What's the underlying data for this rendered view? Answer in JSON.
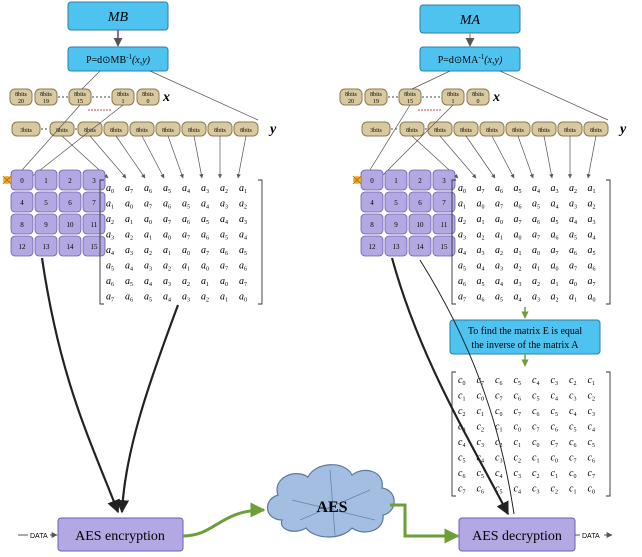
{
  "left": {
    "key_label": "MB",
    "key_var": "P",
    "key_fn_pre": "=d⊙MB",
    "key_fn_sup": "-1",
    "key_fn_arg": "(x,y)",
    "x_row": [
      {
        "bits": "8bits",
        "sub": "20"
      },
      {
        "bits": "8bits",
        "sub": "19"
      },
      {
        "bits": "8bits",
        "sub": "15"
      },
      {
        "bits": "8bits",
        "sub": "1"
      },
      {
        "bits": "8bits",
        "sub": "0"
      }
    ],
    "x_axis": "x",
    "y_row": [
      "3bits",
      "8bits",
      "8bits",
      "8bits",
      "8bits",
      "8bits",
      "8bits",
      "8bits",
      "8bits",
      "8bits"
    ],
    "y_axis": "y",
    "grid": [
      "0",
      "1",
      "2",
      "3",
      "4",
      "5",
      "6",
      "7",
      "8",
      "9",
      "10",
      "11",
      "12",
      "13",
      "14",
      "15"
    ],
    "matrix_letter": "a",
    "matrix": [
      [
        "0",
        "7",
        "6",
        "5",
        "4",
        "3",
        "2",
        "1"
      ],
      [
        "1",
        "0",
        "7",
        "6",
        "5",
        "4",
        "3",
        "2"
      ],
      [
        "2",
        "1",
        "0",
        "7",
        "6",
        "5",
        "4",
        "3"
      ],
      [
        "3",
        "2",
        "1",
        "0",
        "7",
        "6",
        "5",
        "4"
      ],
      [
        "4",
        "3",
        "2",
        "1",
        "0",
        "7",
        "6",
        "5"
      ],
      [
        "5",
        "4",
        "3",
        "2",
        "1",
        "0",
        "7",
        "6"
      ],
      [
        "6",
        "5",
        "4",
        "3",
        "2",
        "1",
        "0",
        "7"
      ],
      [
        "7",
        "6",
        "5",
        "4",
        "3",
        "2",
        "1",
        "0"
      ]
    ]
  },
  "right": {
    "key_label": "MA",
    "key_var": "P",
    "key_fn_pre": "=d⊙MA",
    "key_fn_sup": "-1",
    "key_fn_arg": "(x,y)",
    "x_row": [
      {
        "bits": "8bits",
        "sub": "20"
      },
      {
        "bits": "8bits",
        "sub": "19"
      },
      {
        "bits": "8bits",
        "sub": "15"
      },
      {
        "bits": "8bits",
        "sub": "1"
      },
      {
        "bits": "8bits",
        "sub": "0"
      }
    ],
    "x_axis": "x",
    "y_row": [
      "3bits",
      "8bits",
      "8bits",
      "8bits",
      "8bits",
      "8bits",
      "8bits",
      "8bits",
      "8bits",
      "8bits"
    ],
    "y_axis": "y",
    "grid": [
      "0",
      "1",
      "2",
      "3",
      "4",
      "5",
      "6",
      "7",
      "8",
      "9",
      "10",
      "11",
      "12",
      "13",
      "14",
      "15"
    ],
    "matrix_letter": "a",
    "matrix": [
      [
        "0",
        "7",
        "6",
        "5",
        "4",
        "3",
        "2",
        "1"
      ],
      [
        "1",
        "0",
        "7",
        "6",
        "5",
        "4",
        "3",
        "2"
      ],
      [
        "2",
        "1",
        "0",
        "7",
        "6",
        "5",
        "4",
        "3"
      ],
      [
        "3",
        "2",
        "1",
        "0",
        "7",
        "6",
        "5",
        "4"
      ],
      [
        "4",
        "3",
        "2",
        "1",
        "0",
        "7",
        "6",
        "5"
      ],
      [
        "5",
        "4",
        "3",
        "2",
        "1",
        "0",
        "7",
        "6"
      ],
      [
        "6",
        "5",
        "4",
        "3",
        "2",
        "1",
        "0",
        "7"
      ],
      [
        "7",
        "6",
        "5",
        "4",
        "3",
        "2",
        "1",
        "0"
      ]
    ],
    "inverse_box": {
      "line1": "To find the matrix E is equal",
      "line2": "the inverse of the matrix A"
    },
    "c_letter": "c",
    "c_matrix": [
      [
        "0",
        "7",
        "6",
        "5",
        "4",
        "3",
        "2",
        "1"
      ],
      [
        "1",
        "0",
        "7",
        "6",
        "5",
        "4",
        "3",
        "2"
      ],
      [
        "2",
        "1",
        "0",
        "7",
        "6",
        "5",
        "4",
        "3"
      ],
      [
        "3",
        "2",
        "1",
        "0",
        "7",
        "6",
        "5",
        "4"
      ],
      [
        "4",
        "3",
        "2",
        "1",
        "0",
        "7",
        "6",
        "5"
      ],
      [
        "5",
        "4",
        "3",
        "2",
        "1",
        "0",
        "7",
        "6"
      ],
      [
        "6",
        "5",
        "4",
        "3",
        "2",
        "1",
        "0",
        "7"
      ],
      [
        "7",
        "6",
        "5",
        "4",
        "3",
        "2",
        "1",
        "0"
      ]
    ]
  },
  "encryption_label": "AES encryption",
  "decryption_label": "AES decryption",
  "cloud_label": "AES",
  "data_in": "DATA",
  "data_out": "DATA",
  "colors": {
    "key_box": "#4fc3ef",
    "key_box_stroke": "#2d7fa8",
    "bit_fill": "#d8c9a0",
    "bit_stroke": "#8a7a4e",
    "grid_fill": "#b3a8e2",
    "grid_stroke": "#6b5fb0",
    "aes_box": "#b3a8e2",
    "green": "#6e9e3a",
    "purple_arrow": "#7b2fb3",
    "orange_arrow": "#c9a22a",
    "cloud": "#9bb8df"
  }
}
